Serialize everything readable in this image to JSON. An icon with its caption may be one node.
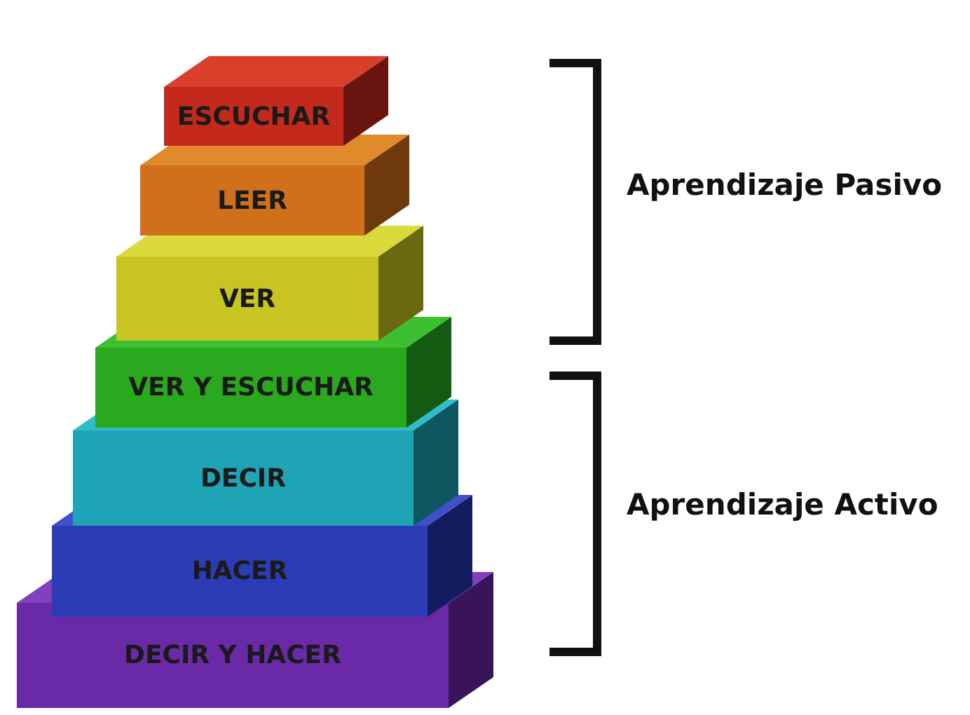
{
  "diagram": {
    "nodes": [
      {
        "text": [
          "ESCUCHAR"
        ]
      },
      {
        "text": [
          "LEER"
        ]
      },
      {
        "text": [
          "VER"
        ]
      },
      {
        "text": [
          "VER Y ESCUCHAR"
        ]
      },
      {
        "text": [
          "DECIR"
        ]
      },
      {
        "text": [
          "HACER"
        ]
      },
      {
        "text": [
          "DECIR Y HACER"
        ]
      }
    ],
    "edges": [],
    "labels": [
      "Aprendizaje Pasivo",
      "Aprendizaje Activo"
    ]
  }
}
